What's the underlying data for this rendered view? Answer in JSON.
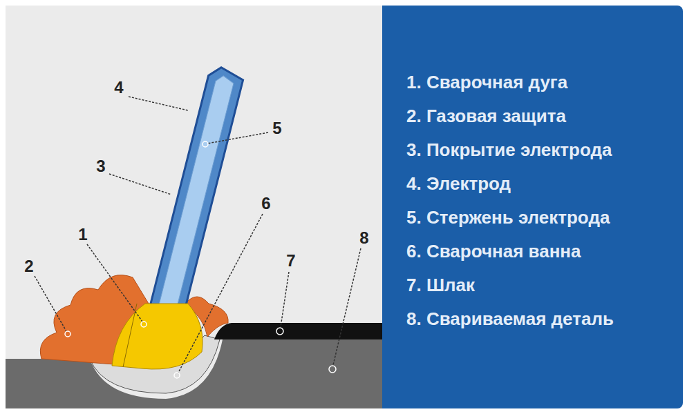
{
  "diagram": {
    "labels": [
      "1",
      "2",
      "3",
      "4",
      "5",
      "6",
      "7",
      "8",
      "1. Сварочная дуга",
      "2. Газовая защита",
      "3. Покрытие электрода",
      "4. Электрод",
      "5. Стержень электрода",
      "6. Сварочная ванна",
      "7. Шлак",
      "8. Свариваемая деталь"
    ]
  }
}
